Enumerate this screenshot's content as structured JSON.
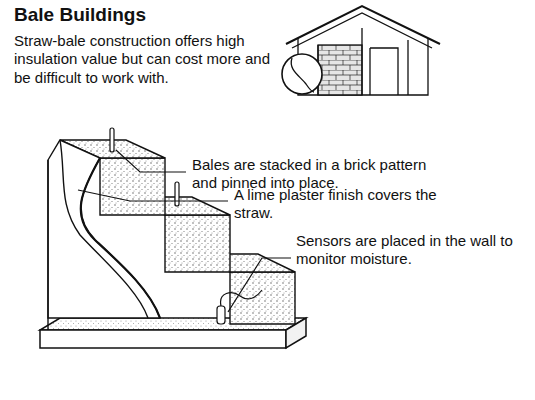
{
  "diagram": {
    "title": "Bale Buildings",
    "labels": [
      "Straw-bale construction offers high insulation value but can cost more and be difficult to work with.",
      "Bales are stacked in a brick pattern and pinned into place.",
      "A lime plaster finish covers the straw.",
      "Sensors are placed in the wall to monitor moisture."
    ]
  }
}
